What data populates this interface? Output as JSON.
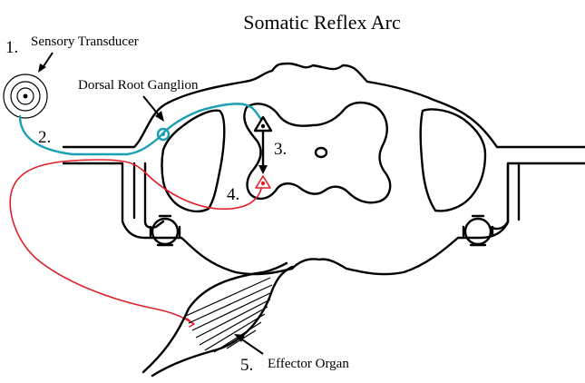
{
  "title": "Somatic Reflex Arc",
  "labels": {
    "sensory_transducer": "Sensory Transducer",
    "dorsal_root_ganglion": "Dorsal Root Ganglion",
    "effector_organ": "Effector Organ"
  },
  "numbers": {
    "n1": "1.",
    "n2": "2.",
    "n3": "3.",
    "n4": "4.",
    "n5": "5."
  },
  "colors": {
    "sensory_neuron": "#1a9fb3",
    "motor_neuron": "#e0202a",
    "outline": "#000000"
  }
}
